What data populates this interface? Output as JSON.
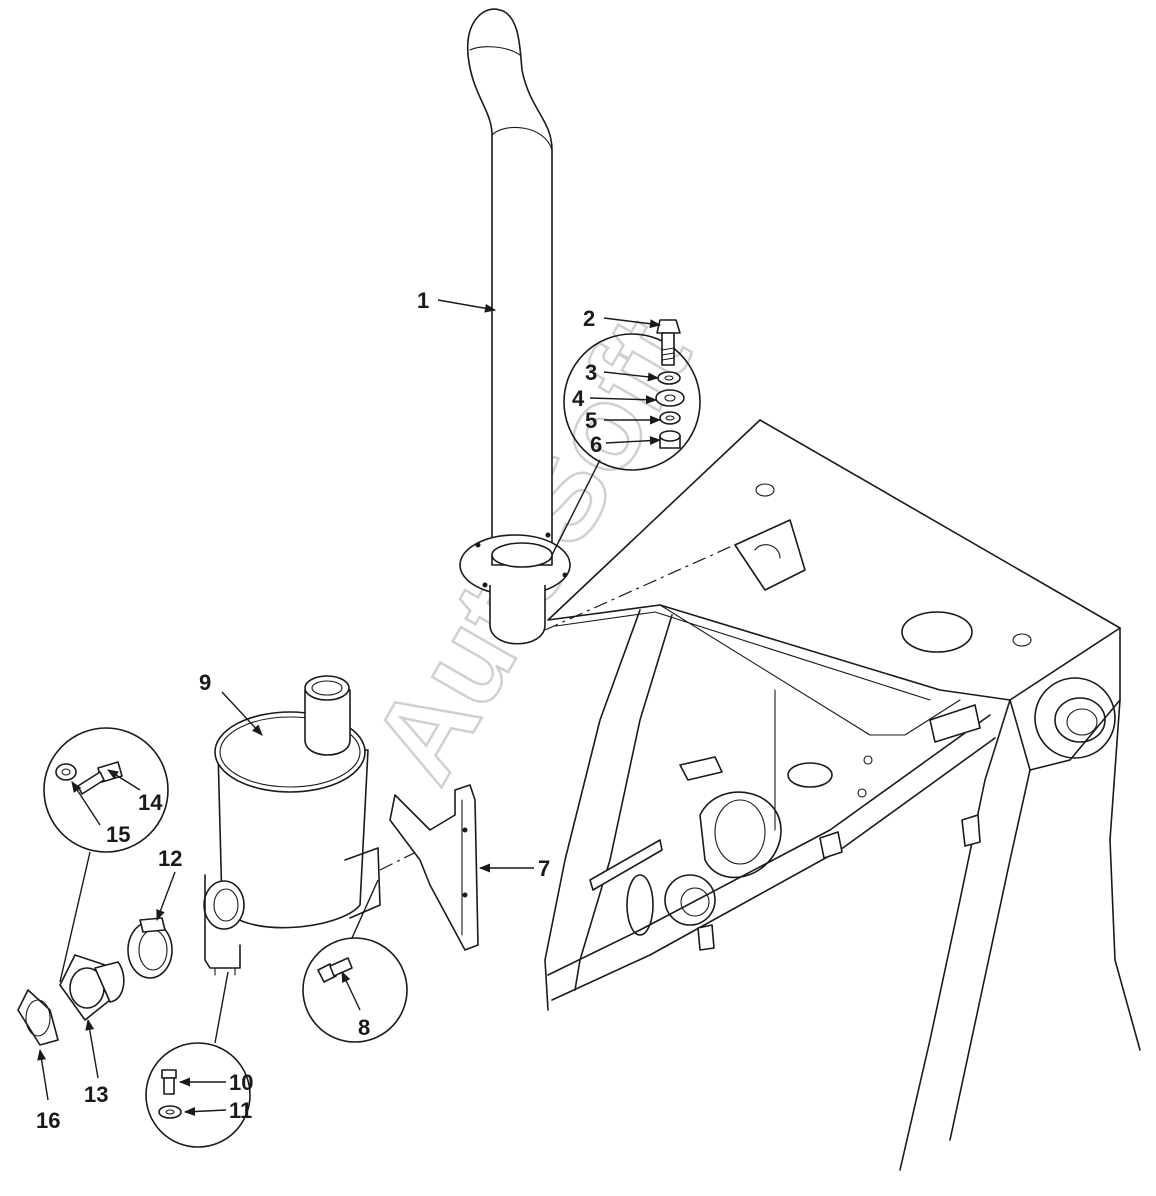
{
  "diagram": {
    "watermark": "AutoSoft",
    "callouts": [
      {
        "id": "1",
        "text": "1"
      },
      {
        "id": "2",
        "text": "2"
      },
      {
        "id": "3",
        "text": "3"
      },
      {
        "id": "4",
        "text": "4"
      },
      {
        "id": "5",
        "text": "5"
      },
      {
        "id": "6",
        "text": "6"
      },
      {
        "id": "7",
        "text": "7"
      },
      {
        "id": "8",
        "text": "8"
      },
      {
        "id": "9",
        "text": "9"
      },
      {
        "id": "10",
        "text": "10"
      },
      {
        "id": "11",
        "text": "11"
      },
      {
        "id": "12",
        "text": "12"
      },
      {
        "id": "13",
        "text": "13"
      },
      {
        "id": "14",
        "text": "14"
      },
      {
        "id": "15",
        "text": "15"
      },
      {
        "id": "16",
        "text": "16"
      }
    ]
  }
}
